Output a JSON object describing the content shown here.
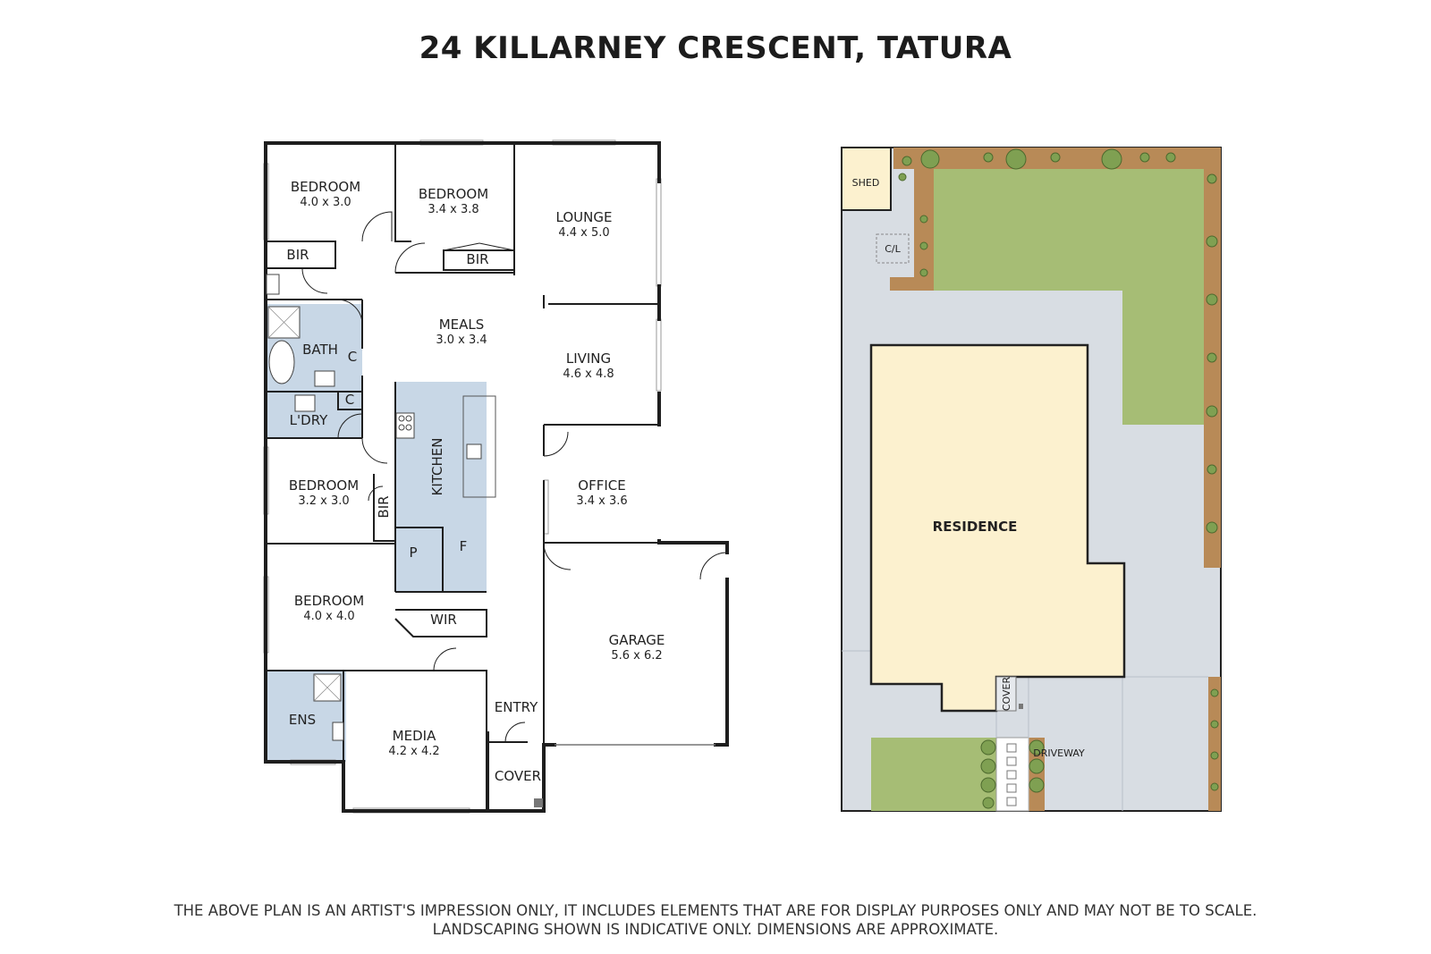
{
  "title": "24 KILLARNEY CRESCENT, TATURA",
  "rooms": {
    "bed1": {
      "name": "BEDROOM",
      "dims": "4.0 x 3.0"
    },
    "bed2": {
      "name": "BEDROOM",
      "dims": "3.4 x 3.8"
    },
    "lounge": {
      "name": "LOUNGE",
      "dims": "4.4 x 5.0"
    },
    "meals": {
      "name": "MEALS",
      "dims": "3.0 x 3.4"
    },
    "living": {
      "name": "LIVING",
      "dims": "4.6 x 4.8"
    },
    "bed3": {
      "name": "BEDROOM",
      "dims": "3.2 x 3.0"
    },
    "office": {
      "name": "OFFICE",
      "dims": "3.4 x 3.6"
    },
    "bed4": {
      "name": "BEDROOM",
      "dims": "4.0 x 4.0"
    },
    "garage": {
      "name": "GARAGE",
      "dims": "5.6 x 6.2"
    },
    "media": {
      "name": "MEDIA",
      "dims": "4.2 x 4.2"
    }
  },
  "small_labels": {
    "bir": "BIR",
    "bath": "BATH",
    "cupboard": "C",
    "laundry": "L'DRY",
    "kitchen": "KITCHEN",
    "pantry": "P",
    "fridge": "F",
    "wir": "WIR",
    "ensuite": "ENS",
    "entry": "ENTRY",
    "cover": "COVER"
  },
  "site_labels": {
    "shed": "SHED",
    "clothesline": "C/L",
    "residence": "RESIDENCE",
    "cover": "COVER",
    "driveway": "DRIVEWAY"
  },
  "colors": {
    "wet_area": "#c8d7e6",
    "lawn": "#a6bd75",
    "garden_bed": "#b88a57",
    "paving": "#d8dde3",
    "residence": "#fcf1cf",
    "shed": "#fcf1cf"
  },
  "disclaimer": [
    "THE ABOVE PLAN IS AN ARTIST'S IMPRESSION ONLY, IT INCLUDES ELEMENTS THAT ARE FOR DISPLAY PURPOSES ONLY AND MAY NOT BE TO SCALE.",
    "LANDSCAPING SHOWN IS INDICATIVE ONLY. DIMENSIONS ARE APPROXIMATE."
  ]
}
